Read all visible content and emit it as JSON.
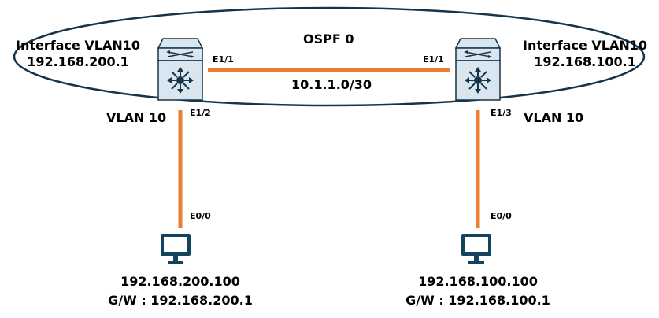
{
  "colors": {
    "link": "#ED7D31",
    "device_fill": "#DAE6EF",
    "device_stroke": "#16344A",
    "pc": "#13435E"
  },
  "ospf": {
    "label": "OSPF 0"
  },
  "link_r1_r2": {
    "subnet": "10.1.1.0/30",
    "left_port": "E1/1",
    "right_port": "E1/1"
  },
  "left_switch": {
    "interface_title": "Interface VLAN10",
    "interface_ip": "192.168.200.1",
    "vlan_label": "VLAN 10",
    "downlink_port": "E1/2",
    "pc_port": "E0/0",
    "icon": "layer3-switch-icon"
  },
  "right_switch": {
    "interface_title": "Interface VLAN10",
    "interface_ip": "192.168.100.1",
    "vlan_label": "VLAN 10",
    "downlink_port": "E1/3",
    "pc_port": "E0/0",
    "icon": "layer3-switch-icon"
  },
  "left_pc": {
    "ip": "192.168.200.100",
    "gateway": "G/W : 192.168.200.1",
    "icon": "pc-monitor-icon"
  },
  "right_pc": {
    "ip": "192.168.100.100",
    "gateway": "G/W : 192.168.100.1",
    "icon": "pc-monitor-icon"
  }
}
